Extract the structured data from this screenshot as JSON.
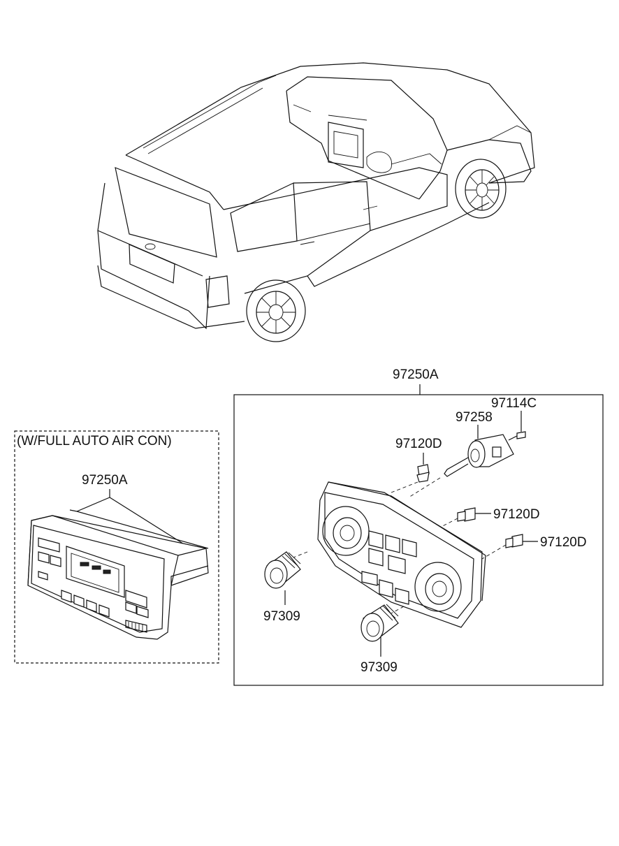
{
  "left_box": {
    "caption": "(W/FULL AUTO AIR CON)",
    "part_number": "97250A"
  },
  "right_box": {
    "assembly_part_number": "97250A",
    "callouts": {
      "screw": "97114C",
      "blower_switch": "97258",
      "bulb_top": "97120D",
      "bulb_mid": "97120D",
      "bulb_right": "97120D",
      "knob_left": "97309",
      "knob_bottom": "97309"
    }
  }
}
